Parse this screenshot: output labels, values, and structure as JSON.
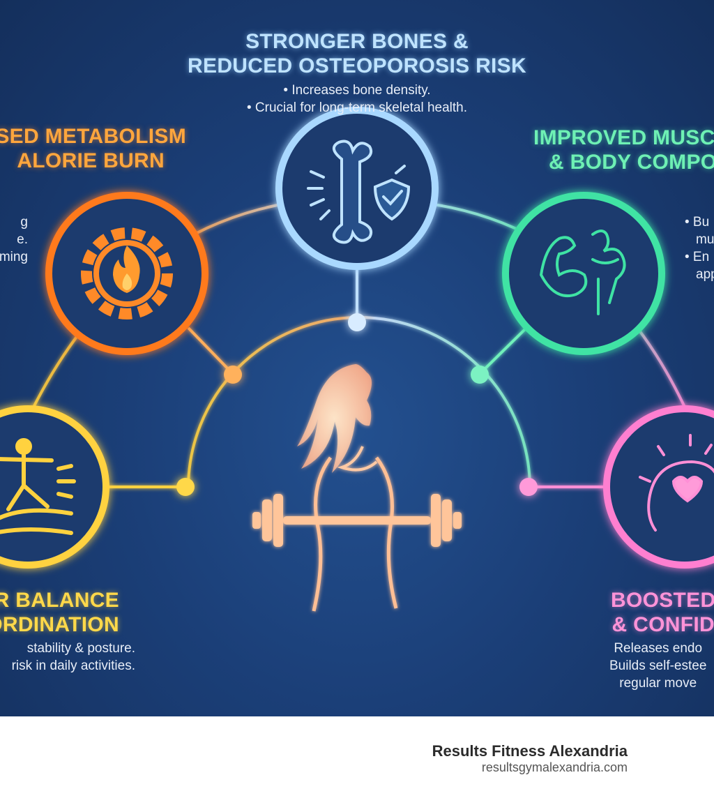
{
  "benefits": {
    "bones": {
      "title": [
        "STRONGER BONES &",
        "REDUCED OSTEOPOROSIS RISK"
      ],
      "bullets": [
        "• Increases bone density.",
        "• Crucial for long-term skeletal health."
      ],
      "icon": "bone-shield-icon",
      "color": "#9fd6ff"
    },
    "metabolism": {
      "title": [
        "SED METABOLISM",
        "ALORIE BURN"
      ],
      "bullets": [
        "g",
        "e.",
        "ming"
      ],
      "icon": "gear-flame-icon",
      "color": "#ff7a1f"
    },
    "muscle": {
      "title": [
        "IMPROVED MUSC",
        "& BODY COMPOS"
      ],
      "bullets": [
        "• Bu",
        "mu",
        "• En",
        "app"
      ],
      "icon": "flexed-arm-icon",
      "color": "#3fe3a4"
    },
    "balance": {
      "title": [
        "R BALANCE",
        "ORDINATION"
      ],
      "bullets": [
        "stability & posture.",
        "risk in daily activities."
      ],
      "icon": "balance-figure-icon",
      "color": "#ffd23f"
    },
    "mood": {
      "title": [
        "BOOSTED",
        "& CONFID"
      ],
      "bullets": [
        "Releases endo",
        "Builds self-estee",
        "regular move"
      ],
      "icon": "head-heart-icon",
      "color": "#ff7fd0"
    }
  },
  "center": {
    "icon": "woman-dumbbell-icon"
  },
  "brand": {
    "name": "Results Fitness Alexandria",
    "url": "resultsgymalexandria.com"
  }
}
